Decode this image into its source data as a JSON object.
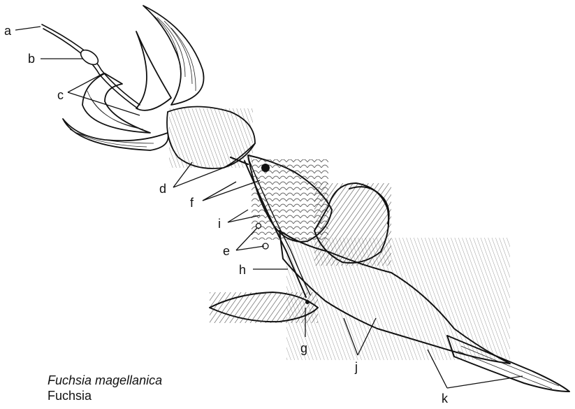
{
  "labels": {
    "a": "a",
    "b": "b",
    "c": "c",
    "d": "d",
    "e": "e",
    "f": "f",
    "g": "g",
    "h": "h",
    "i": "i",
    "j": "j",
    "k": "k"
  },
  "caption": {
    "scientific_name": "Fuchsia magellanica",
    "common_name": "Fuchsia"
  }
}
